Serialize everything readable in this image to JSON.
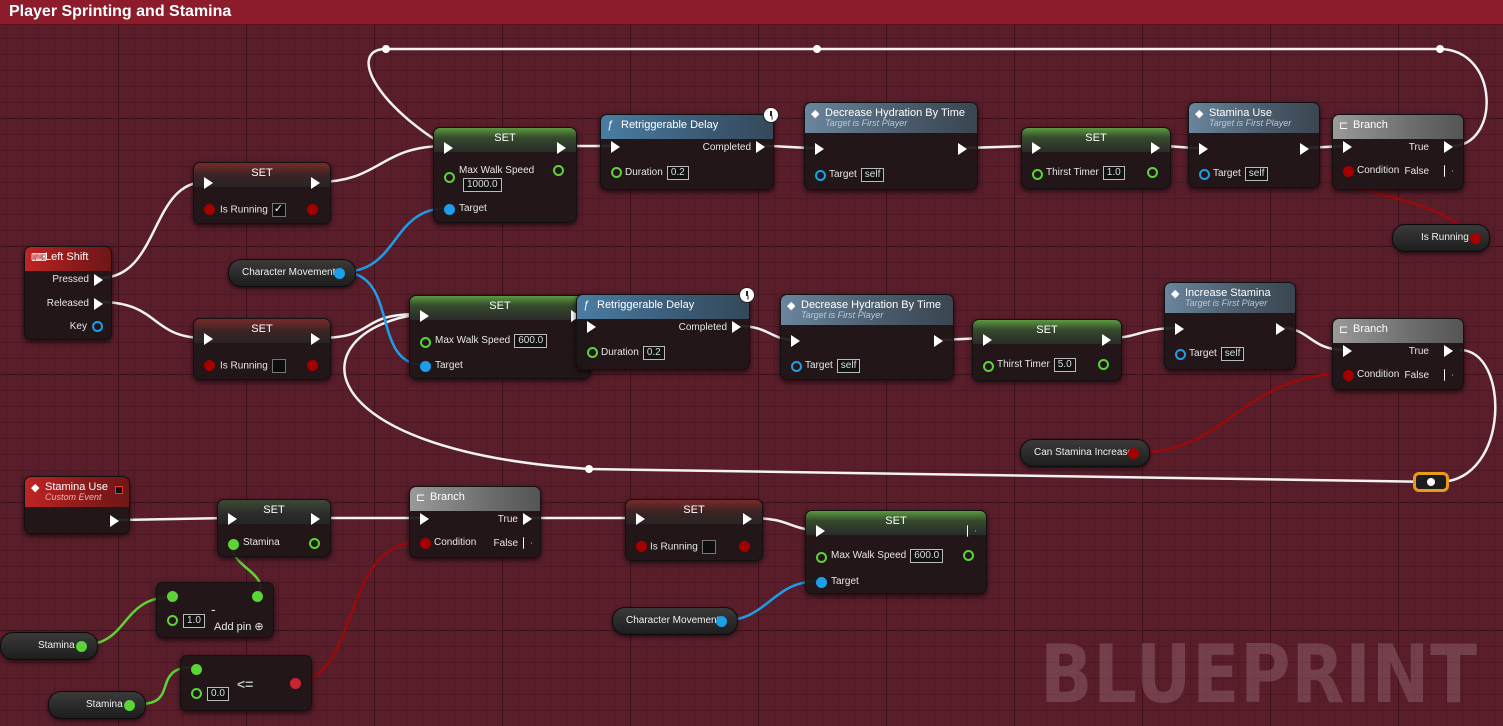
{
  "comment": {
    "title": "Player Sprinting and Stamina",
    "watermark": "BLUEPRINT"
  },
  "labels": {
    "set": "SET",
    "branch": "Branch",
    "retriggerable_delay": "Retriggerable Delay",
    "completed": "Completed",
    "duration": "Duration",
    "target": "Target",
    "self": "self",
    "target_is_first_player": "Target is First Player",
    "true": "True",
    "false": "False",
    "condition": "Condition",
    "max_walk_speed": "Max Walk Speed",
    "is_running": "Is Running",
    "thirst_timer": "Thirst Timer",
    "decrease_hydration": "Decrease Hydration By Time",
    "stamina_use": "Stamina Use",
    "increase_stamina": "Increase Stamina",
    "character_movement": "Character Movement",
    "can_stamina_increase": "Can Stamina Increase",
    "stamina": "Stamina",
    "left_shift": "Left Shift",
    "pressed": "Pressed",
    "released": "Released",
    "key": "Key",
    "custom_event": "Custom Event",
    "add_pin": "Add pin",
    "minus": "-",
    "lte": "<="
  },
  "values": {
    "run_speed": "1000.0",
    "walk_speed": "600.0",
    "walk_speed_reset": "600.0",
    "delay_run": "0.2",
    "delay_walk": "0.2",
    "thirst_run": "1.0",
    "thirst_walk": "5.0",
    "subtract_amount": "1.0",
    "compare_value": "0.0"
  },
  "colors": {
    "comment_bg": "#8c1c2c",
    "exec": "#ffffff",
    "float_pin": "#5cd337",
    "object_pin": "#1e9ee8",
    "bool_pin": "#a40000",
    "reroute": "#e89a1c"
  }
}
